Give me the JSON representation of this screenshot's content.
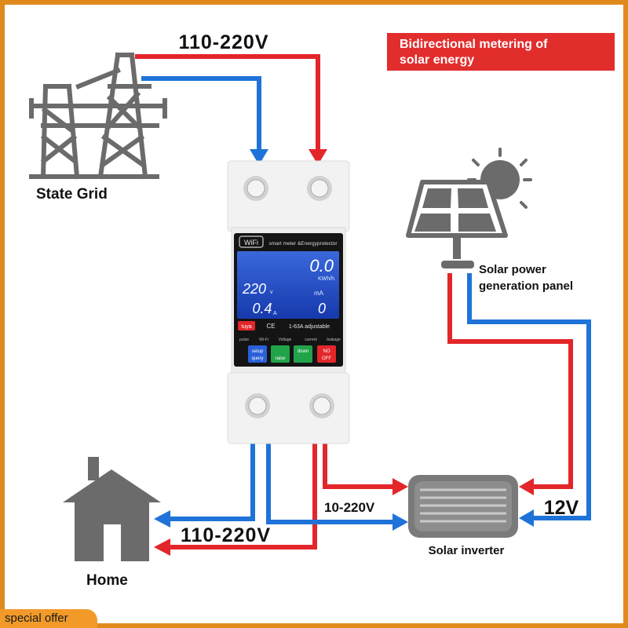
{
  "grid_voltage_label": "110-220V",
  "home_voltage_label": "110-220V",
  "inverter_voltage_label": "10-220V",
  "panel_voltage_label": "12V",
  "banner": {
    "line1": "Bidirectional metering of",
    "line2": "solar energy"
  },
  "state_grid_label": "State Grid",
  "home_label": "Home",
  "solar_panel_label_line1": "Solar power",
  "solar_panel_label_line2": "generation panel",
  "inverter_label": "Solar inverter",
  "special_offer": "special offer",
  "device": {
    "wifi": "WiFi",
    "title": "smart meter &Energyprotector",
    "kwh_value": "0.0",
    "kwh_unit": "KWh/h",
    "voltage_value": "220",
    "voltage_unit": "v",
    "ma_unit": "mA",
    "current_value": "0.4",
    "current_unit": "A",
    "leak_value": "0",
    "brand": "tuya",
    "ce": "CE",
    "rating": "1-63A adjustable",
    "indicators": [
      "pulse",
      "Wi-Fi",
      "Voltage",
      "current",
      "leakage"
    ],
    "buttons": [
      {
        "l1": "setup",
        "l2": "query"
      },
      {
        "l1": "",
        "l2": "raise"
      },
      {
        "l1": "down",
        "l2": ""
      },
      {
        "l1": "NO",
        "l2": "OFF"
      }
    ]
  },
  "colors": {
    "red_wire": "#e2262a",
    "blue_wire": "#1f73d8",
    "icon_gray": "#6b6b6b",
    "lcd": "#1d48c8"
  }
}
